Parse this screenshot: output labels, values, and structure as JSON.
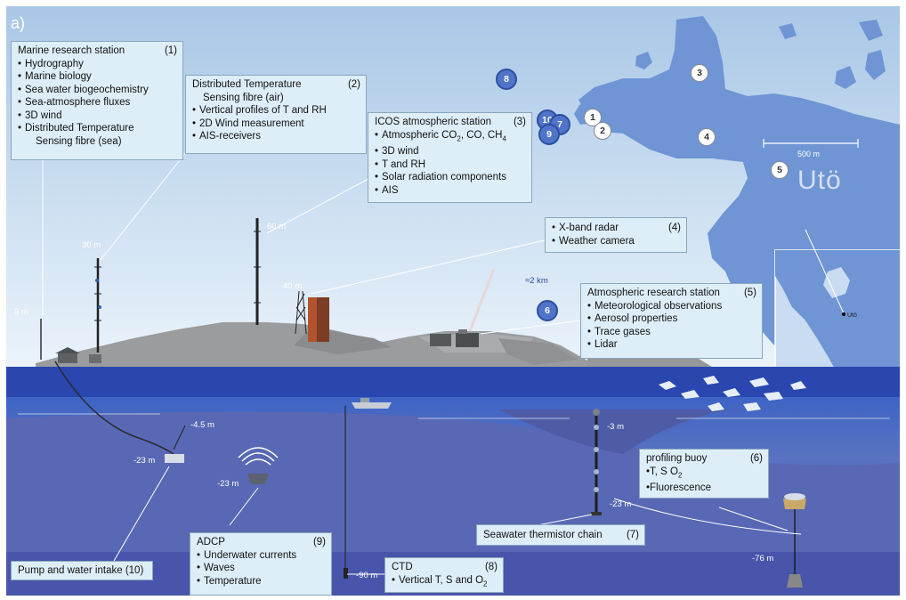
{
  "panel_tag": "a)",
  "map": {
    "island_name": "Utö",
    "scale_label": "500 m",
    "inset_label": "Utö",
    "markers": [
      {
        "n": "1",
        "style": "white"
      },
      {
        "n": "2",
        "style": "white"
      },
      {
        "n": "3",
        "style": "white"
      },
      {
        "n": "4",
        "style": "white"
      },
      {
        "n": "5",
        "style": "white"
      },
      {
        "n": "8",
        "style": "blue"
      },
      {
        "n": "10",
        "style": "blue"
      },
      {
        "n": "7",
        "style": "blue"
      },
      {
        "n": "9",
        "style": "blue"
      }
    ]
  },
  "distance_label": "≈2 km",
  "buoy_marker": "6",
  "depth_labels": {
    "mast_9": "9 m",
    "mast_30": "30 m",
    "mast_60": "60 m",
    "mast_40": "40 m",
    "pump_top": "-4.5 m",
    "pump_bottom": "-23 m",
    "adcp": "-23 m",
    "ctd": "-90 m",
    "chain_top": "-3 m",
    "chain_bottom": "-23 m",
    "buoy": "-76 m"
  },
  "boxes": {
    "b1": {
      "title": "Marine research station",
      "num": "(1)",
      "items": [
        "Hydrography",
        "Marine biology",
        "Sea water biogeochemistry",
        "Sea-atmosphere fluxes",
        "3D wind",
        "Distributed Temperature"
      ],
      "cont": "Sensing fibre (sea)"
    },
    "b2": {
      "title": "Distributed Temperature",
      "num": "(2)",
      "title2": "Sensing fibre (air)",
      "items": [
        "Vertical profiles of T and RH",
        "2D Wind measurement",
        "AIS-receivers"
      ]
    },
    "b3": {
      "title": "ICOS atmospheric station",
      "num": "(3)",
      "item1_pre": "Atmospheric CO",
      "item1_mid": ", CO, CH",
      "sub2": "2",
      "sub4": "4",
      "items": [
        "3D wind",
        "T and RH",
        "Solar radiation components",
        "AIS"
      ]
    },
    "b4": {
      "items": [
        "X-band radar",
        "Weather camera"
      ],
      "num": "(4)"
    },
    "b5": {
      "title": "Atmospheric research station",
      "num": "(5)",
      "items": [
        "Meteorological observations",
        "Aerosol properties",
        "Trace gases",
        "Lidar"
      ]
    },
    "b6": {
      "title": "profiling buoy",
      "num": "(6)",
      "line1_pre": "•T, S O",
      "line1_sub": "2",
      "line2": "•Fluorescence"
    },
    "b7": {
      "title": "Seawater thermistor chain",
      "num": "(7)"
    },
    "b8": {
      "title": "CTD",
      "num": "(8)",
      "line_pre": "Vertical T, S and O",
      "line_sub": "2"
    },
    "b9": {
      "title": "ADCP",
      "num": "(9)",
      "items": [
        "Underwater currents",
        "Waves",
        "Temperature"
      ]
    },
    "b10": {
      "title": "Pump and water intake",
      "num": "(10)"
    }
  },
  "colors": {
    "sky_top": "#9fc0e3",
    "sky_bottom": "#e2eefb",
    "land": "#6f95d4",
    "rock": "#9a9c9e",
    "sea_surface": "#1e3fae",
    "sea_deep": "#4a5fb0",
    "box_fill": "#ddeef8"
  }
}
